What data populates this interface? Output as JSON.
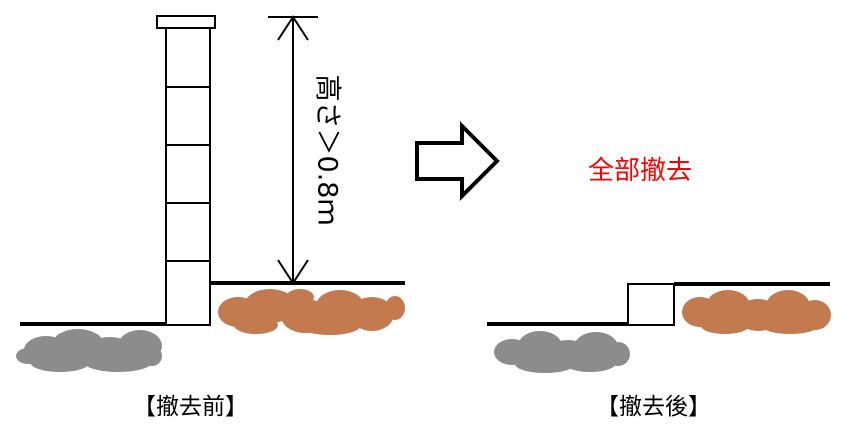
{
  "captions": {
    "before": "【撤去前】",
    "after": "【撤去後】"
  },
  "annotations": {
    "height_label": "高さ＞0.8ｍ",
    "result_note": "全部撤去"
  },
  "colors": {
    "line": "#000000",
    "soil": "#c47a4f",
    "gravel": "#8c8c8c",
    "result_note": "#ff0000"
  },
  "icons": {
    "transition": "right-arrow-icon"
  },
  "wall": {
    "before_block_count": 5,
    "after_block_count": 1
  }
}
